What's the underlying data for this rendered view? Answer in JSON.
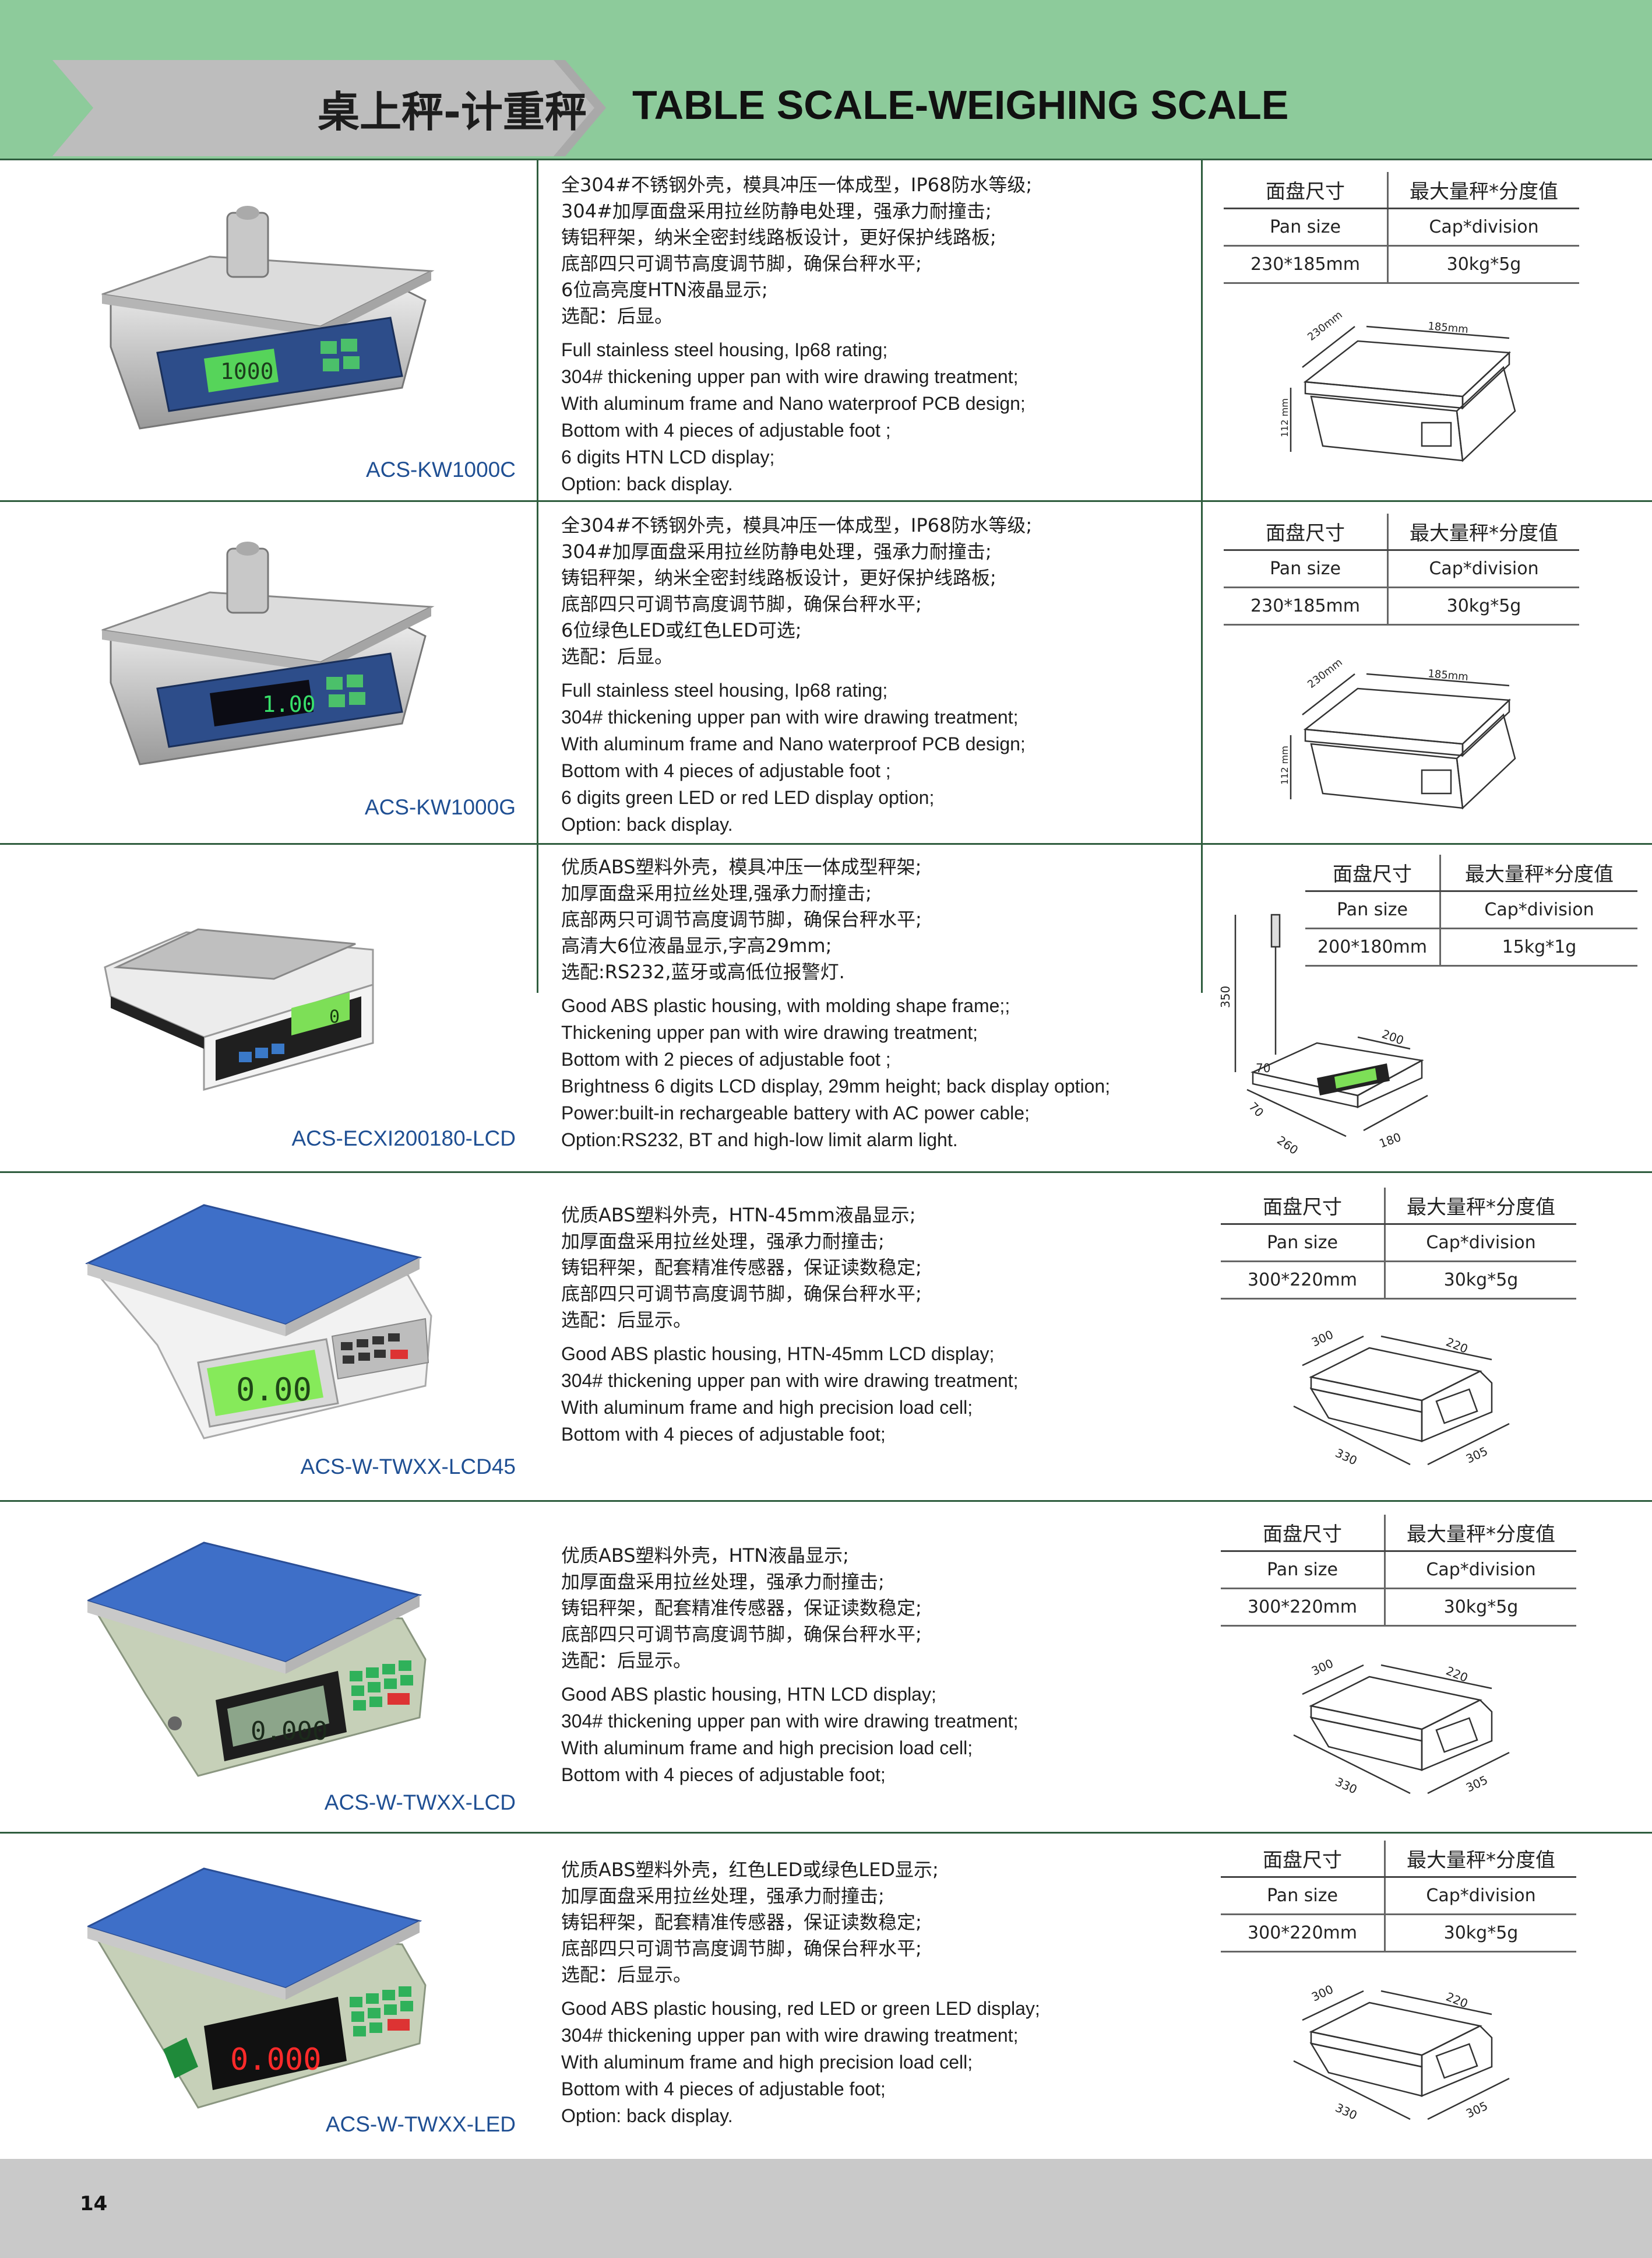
{
  "header": {
    "title_cn": "桌上秤-计重秤",
    "title_en": "TABLE SCALE-WEIGHING SCALE"
  },
  "spec_headers": {
    "size_cn": "面盘尺寸",
    "cap_cn": "最大量秤*分度值",
    "size_en": "Pan size",
    "cap_en": "Cap*division"
  },
  "products": [
    {
      "model": "ACS-KW1000C",
      "display_reading": "1000",
      "cn": [
        "全304#不锈钢外壳，模具冲压一体成型，IP68防水等级;",
        "304#加厚面盘采用拉丝防静电处理，强承力耐撞击;",
        "铸铝秤架，纳米全密封线路板设计，更好保护线路板;",
        "底部四只可调节高度调节脚，确保台秤水平;",
        "6位高亮度HTN液晶显示;",
        "选配：后显。"
      ],
      "en": [
        "Full stainless steel  housing, Ip68 rating;",
        "304# thickening upper pan with wire drawing treatment;",
        "With aluminum frame and Nano waterproof PCB design;",
        "Bottom with 4 pieces of adjustable foot ;",
        "6 digits HTN LCD display;",
        "Option: back display."
      ],
      "pan_size": "230*185mm",
      "capacity": "30kg*5g",
      "dims": {
        "a": "230mm",
        "b": "185mm",
        "h": "112 mm"
      }
    },
    {
      "model": "ACS-KW1000G",
      "display_reading": "1.00",
      "cn": [
        "全304#不锈钢外壳，模具冲压一体成型，IP68防水等级;",
        "304#加厚面盘采用拉丝防静电处理，强承力耐撞击;",
        "铸铝秤架，纳米全密封线路板设计，更好保护线路板;",
        "底部四只可调节高度调节脚，确保台秤水平;",
        "6位绿色LED或红色LED可选;",
        "选配：后显。"
      ],
      "en": [
        "Full stainless steel  housing, Ip68 rating;",
        "304# thickening upper pan with wire drawing treatment;",
        "With aluminum frame and Nano waterproof PCB design;",
        "Bottom with 4 pieces of adjustable foot ;",
        "6 digits green LED or red LED display option;",
        "Option: back display."
      ],
      "pan_size": "230*185mm",
      "capacity": "30kg*5g",
      "dims": {
        "a": "230mm",
        "b": "185mm",
        "h": "112 mm"
      }
    },
    {
      "model": "ACS-ECXI200180-LCD",
      "display_reading": "0",
      "cn": [
        "优质ABS塑料外壳，模具冲压一体成型秤架;",
        "加厚面盘采用拉丝处理,强承力耐撞击;",
        "底部两只可调节高度调节脚，确保台秤水平;",
        "高清大6位液晶显示,字高29mm;",
        "选配:RS232,蓝牙或高低位报警灯."
      ],
      "en": [
        "Good ABS plastic housing, with molding shape frame;;",
        "Thickening upper pan with wire drawing treatment;",
        "Bottom with 2 pieces of adjustable foot ;",
        "Brightness 6 digits LCD display, 29mm height; back display option;",
        "Power:built-in rechargeable battery with AC power cable;",
        "Option:RS232, BT and high-low limit alarm light."
      ],
      "pan_size": "200*180mm",
      "capacity": "15kg*1g",
      "dims": {
        "h": "350",
        "a": "200",
        "b": "180",
        "c": "260",
        "d": "70",
        "e": "70"
      }
    },
    {
      "model": "ACS-W-TWXX-LCD45",
      "display_reading": "0.00",
      "cn": [
        "优质ABS塑料外壳，HTN-45mm液晶显示;",
        "加厚面盘采用拉丝处理，强承力耐撞击;",
        "铸铝秤架，配套精准传感器，保证读数稳定;",
        "底部四只可调节高度调节脚，确保台秤水平;",
        "选配：后显示。"
      ],
      "en": [
        "Good ABS plastic housing, HTN-45mm LCD display;",
        "304# thickening upper pan with wire drawing treatment;",
        "With aluminum frame and high precision load cell;",
        "Bottom with 4 pieces of adjustable foot;"
      ],
      "pan_size": "300*220mm",
      "capacity": "30kg*5g",
      "dims": {
        "a": "300",
        "b": "220",
        "c": "330",
        "d": "305"
      }
    },
    {
      "model": "ACS-W-TWXX-LCD",
      "display_reading": "0.000",
      "cn": [
        "优质ABS塑料外壳，HTN液晶显示;",
        "加厚面盘采用拉丝处理，强承力耐撞击;",
        "铸铝秤架，配套精准传感器，保证读数稳定;",
        "底部四只可调节高度调节脚，确保台秤水平;",
        "选配：后显示。"
      ],
      "en": [
        "Good ABS plastic housing, HTN LCD display;",
        "304# thickening upper pan with wire drawing treatment;",
        "With aluminum frame and high precision load cell;",
        "Bottom with 4 pieces of adjustable foot;"
      ],
      "pan_size": "300*220mm",
      "capacity": "30kg*5g",
      "dims": {
        "a": "300",
        "b": "220",
        "c": "330",
        "d": "305"
      }
    },
    {
      "model": "ACS-W-TWXX-LED",
      "display_reading": "0.000",
      "cn": [
        "优质ABS塑料外壳，红色LED或绿色LED显示;",
        "加厚面盘采用拉丝处理，强承力耐撞击;",
        "铸铝秤架，配套精准传感器，保证读数稳定;",
        "底部四只可调节高度调节脚，确保台秤水平;",
        "选配：后显示。"
      ],
      "en": [
        "Good ABS plastic housing, red LED or green LED display;",
        "304# thickening upper pan with wire drawing treatment;",
        "With aluminum frame and high precision load cell;",
        "Bottom with 4 pieces of adjustable foot;",
        "Option: back display."
      ],
      "pan_size": "300*220mm",
      "capacity": "30kg*5g",
      "dims": {
        "a": "300",
        "b": "220",
        "c": "330",
        "d": "305"
      }
    }
  ],
  "footer": {
    "page_number": "14"
  }
}
